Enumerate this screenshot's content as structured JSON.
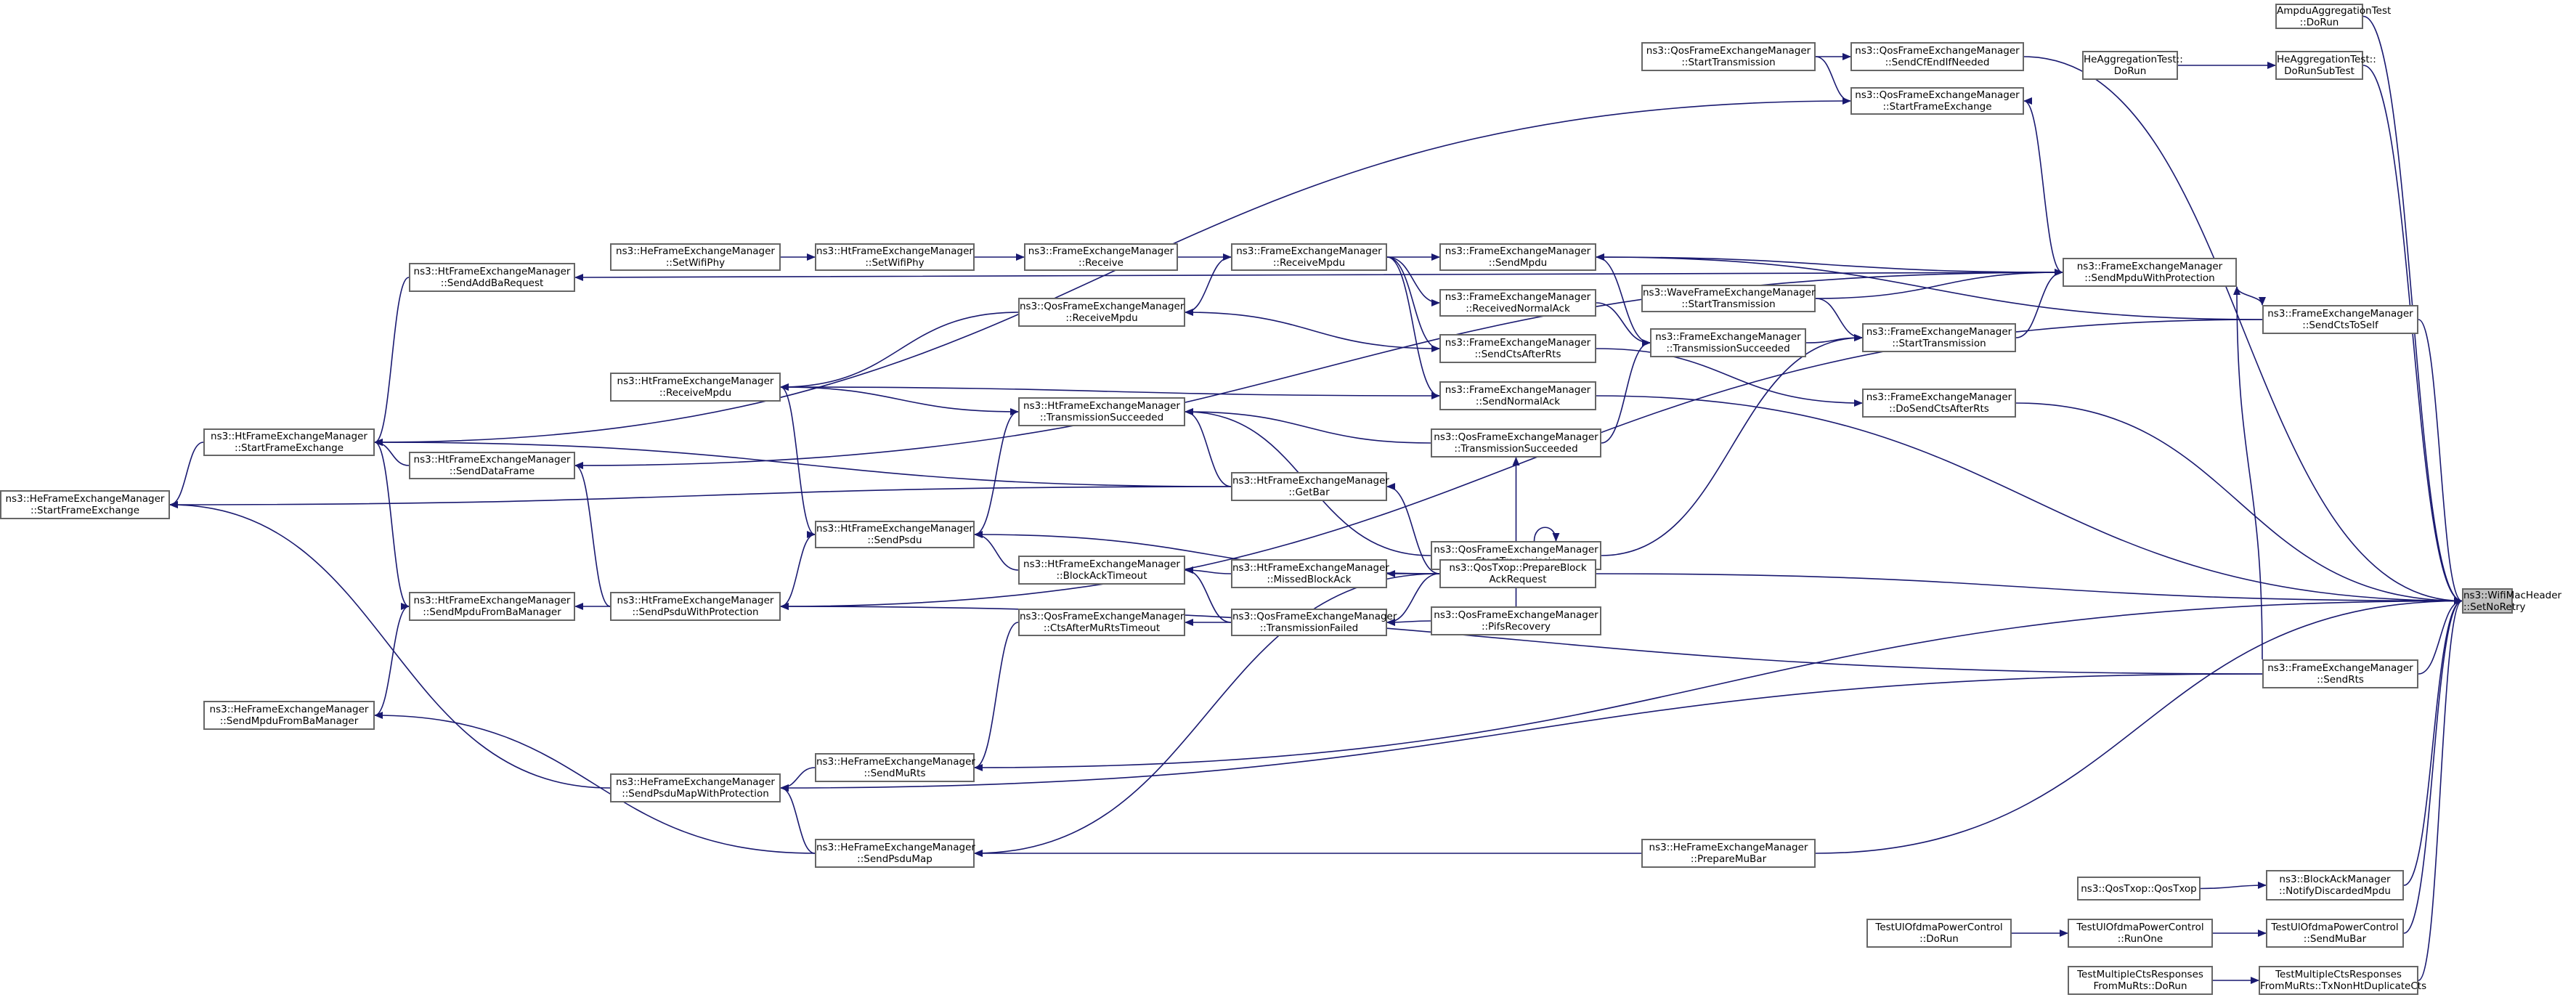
{
  "graph": {
    "root_id": "root",
    "colors": {
      "edge": "#191970",
      "node_border": "#666666",
      "node_bg": "#ffffff",
      "root_bg": "#bfbfbf"
    },
    "nodes": {
      "root": {
        "lines": [
          "ns3::WifiMacHeader",
          "::SetNoRetry"
        ]
      },
      "ampdu_dorun": {
        "lines": [
          "AmpduAggregationTest",
          "::DoRun"
        ]
      },
      "heagg_dorun": {
        "lines": [
          "HeAggregationTest::",
          "DoRun"
        ]
      },
      "heagg_dorunsub": {
        "lines": [
          "HeAggregationTest::",
          "DoRunSubTest"
        ]
      },
      "qos_start_tr_top": {
        "lines": [
          "ns3::QosFrameExchangeManager",
          "::StartTransmission"
        ]
      },
      "qos_sendcfend": {
        "lines": [
          "ns3::QosFrameExchangeManager",
          "::SendCfEndIfNeeded"
        ]
      },
      "qos_startfe": {
        "lines": [
          "ns3::QosFrameExchangeManager",
          "::StartFrameExchange"
        ]
      },
      "he_setwifiphy": {
        "lines": [
          "ns3::HeFrameExchangeManager",
          "::SetWifiPhy"
        ]
      },
      "ht_setwifiphy": {
        "lines": [
          "ns3::HtFrameExchangeManager",
          "::SetWifiPhy"
        ]
      },
      "fe_receive": {
        "lines": [
          "ns3::FrameExchangeManager",
          "::Receive"
        ]
      },
      "fe_receivempdu": {
        "lines": [
          "ns3::FrameExchangeManager",
          "::ReceiveMpdu"
        ]
      },
      "fe_sendmpdu": {
        "lines": [
          "ns3::FrameExchangeManager",
          "::SendMpdu"
        ]
      },
      "fe_sendmpduwp": {
        "lines": [
          "ns3::FrameExchangeManager",
          "::SendMpduWithProtection"
        ]
      },
      "ht_sendaddba": {
        "lines": [
          "ns3::HtFrameExchangeManager",
          "::SendAddBaRequest"
        ]
      },
      "qos_receivempdu": {
        "lines": [
          "ns3::QosFrameExchangeManager",
          "::ReceiveMpdu"
        ]
      },
      "fe_recvnormalack": {
        "lines": [
          "ns3::FrameExchangeManager",
          "::ReceivedNormalAck"
        ]
      },
      "wave_starttr": {
        "lines": [
          "ns3::WaveFrameExchangeManager",
          "::StartTransmission"
        ]
      },
      "fe_sendctsafterrts": {
        "lines": [
          "ns3::FrameExchangeManager",
          "::SendCtsAfterRts"
        ]
      },
      "fe_trsucceeded": {
        "lines": [
          "ns3::FrameExchangeManager",
          "::TransmissionSucceeded"
        ]
      },
      "fe_starttr": {
        "lines": [
          "ns3::FrameExchangeManager",
          "::StartTransmission"
        ]
      },
      "fe_sendctstoself": {
        "lines": [
          "ns3::FrameExchangeManager",
          "::SendCtsToSelf"
        ]
      },
      "ht_receivempdu": {
        "lines": [
          "ns3::HtFrameExchangeManager",
          "::ReceiveMpdu"
        ]
      },
      "fe_sendnormalack": {
        "lines": [
          "ns3::FrameExchangeManager",
          "::SendNormalAck"
        ]
      },
      "fe_dosendcts": {
        "lines": [
          "ns3::FrameExchangeManager",
          "::DoSendCtsAfterRts"
        ]
      },
      "ht_startfe": {
        "lines": [
          "ns3::HtFrameExchangeManager",
          "::StartFrameExchange"
        ]
      },
      "ht_trsucceeded": {
        "lines": [
          "ns3::HtFrameExchangeManager",
          "::TransmissionSucceeded"
        ]
      },
      "qos_trsucceeded": {
        "lines": [
          "ns3::QosFrameExchangeManager",
          "::TransmissionSucceeded"
        ]
      },
      "ht_senddataframe": {
        "lines": [
          "ns3::HtFrameExchangeManager",
          "::SendDataFrame"
        ]
      },
      "he_startfe": {
        "lines": [
          "ns3::HeFrameExchangeManager",
          "::StartFrameExchange"
        ]
      },
      "ht_getbar": {
        "lines": [
          "ns3::HtFrameExchangeManager",
          "::GetBar"
        ]
      },
      "ht_sendpsdu": {
        "lines": [
          "ns3::HtFrameExchangeManager",
          "::SendPsdu"
        ]
      },
      "qos_starttr_mid": {
        "lines": [
          "ns3::QosFrameExchangeManager",
          "::StartTransmission"
        ]
      },
      "ht_blockacktimeout": {
        "lines": [
          "ns3::HtFrameExchangeManager",
          "::BlockAckTimeout"
        ]
      },
      "ht_missedblockack": {
        "lines": [
          "ns3::HtFrameExchangeManager",
          "::MissedBlockAck"
        ]
      },
      "qostxop_preparebar": {
        "lines": [
          "ns3::QosTxop::PrepareBlock",
          "AckRequest"
        ]
      },
      "ht_sendmpdufromba": {
        "lines": [
          "ns3::HtFrameExchangeManager",
          "::SendMpduFromBaManager"
        ]
      },
      "ht_sendpsduwp": {
        "lines": [
          "ns3::HtFrameExchangeManager",
          "::SendPsduWithProtection"
        ]
      },
      "qos_ctsaftermurts": {
        "lines": [
          "ns3::QosFrameExchangeManager",
          "::CtsAfterMuRtsTimeout"
        ]
      },
      "qos_trfailed": {
        "lines": [
          "ns3::QosFrameExchangeManager",
          "::TransmissionFailed"
        ]
      },
      "qos_pifsrecovery": {
        "lines": [
          "ns3::QosFrameExchangeManager",
          "::PifsRecovery"
        ]
      },
      "fe_sendrts": {
        "lines": [
          "ns3::FrameExchangeManager",
          "::SendRts"
        ]
      },
      "he_sendmpdufromba": {
        "lines": [
          "ns3::HeFrameExchangeManager",
          "::SendMpduFromBaManager"
        ]
      },
      "he_sendmurts": {
        "lines": [
          "ns3::HeFrameExchangeManager",
          "::SendMuRts"
        ]
      },
      "he_sendpsdumapwp": {
        "lines": [
          "ns3::HeFrameExchangeManager",
          "::SendPsduMapWithProtection"
        ]
      },
      "he_sendpsdumap": {
        "lines": [
          "ns3::HeFrameExchangeManager",
          "::SendPsduMap"
        ]
      },
      "he_preparemubar": {
        "lines": [
          "ns3::HeFrameExchangeManager",
          "::PrepareMuBar"
        ]
      },
      "qostxop_qostxop": {
        "lines": [
          "ns3::QosTxop::QosTxop"
        ]
      },
      "bam_notifydiscarded": {
        "lines": [
          "ns3::BlockAckManager",
          "::NotifyDiscardedMpdu"
        ]
      },
      "tulofdma_dorun": {
        "lines": [
          "TestUlOfdmaPowerControl",
          "::DoRun"
        ]
      },
      "tulofdma_runone": {
        "lines": [
          "TestUlOfdmaPowerControl",
          "::RunOne"
        ]
      },
      "tulofdma_sendmubar": {
        "lines": [
          "TestUlOfdmaPowerControl",
          "::SendMuBar"
        ]
      },
      "tmcts_dorun": {
        "lines": [
          "TestMultipleCtsResponses",
          "FromMuRts::DoRun"
        ]
      },
      "tmcts_txnonht": {
        "lines": [
          "TestMultipleCtsResponses",
          "FromMuRts::TxNonHtDuplicateCts"
        ]
      }
    },
    "edges": [
      [
        "ampdu_dorun",
        "root"
      ],
      [
        "heagg_dorunsub",
        "root"
      ],
      [
        "heagg_dorun",
        "heagg_dorunsub"
      ],
      [
        "qos_sendcfend",
        "root"
      ],
      [
        "qos_start_tr_top",
        "qos_sendcfend"
      ],
      [
        "qos_start_tr_top",
        "qos_startfe"
      ],
      [
        "qos_startfe",
        "ht_startfe"
      ],
      [
        "fe_sendmpduwp",
        "qos_startfe"
      ],
      [
        "he_setwifiphy",
        "ht_setwifiphy"
      ],
      [
        "ht_setwifiphy",
        "fe_receive"
      ],
      [
        "fe_receive",
        "fe_receivempdu"
      ],
      [
        "fe_receivempdu",
        "fe_sendmpdu"
      ],
      [
        "fe_receivempdu",
        "qos_receivempdu"
      ],
      [
        "fe_receivempdu",
        "fe_recvnormalack"
      ],
      [
        "fe_receivempdu",
        "fe_sendctsafterrts"
      ],
      [
        "fe_receivempdu",
        "fe_sendnormalack"
      ],
      [
        "fe_sendmpduwp",
        "fe_sendmpdu"
      ],
      [
        "fe_sendctstoself",
        "fe_sendmpdu"
      ],
      [
        "fe_recvnormalack",
        "fe_trsucceeded"
      ],
      [
        "fe_sendmpdu",
        "fe_trsucceeded"
      ],
      [
        "qos_trsucceeded",
        "fe_trsucceeded"
      ],
      [
        "fe_trsucceeded",
        "fe_starttr"
      ],
      [
        "wave_starttr",
        "fe_starttr"
      ],
      [
        "fe_starttr",
        "fe_sendmpduwp"
      ],
      [
        "qos_starttr_mid",
        "fe_starttr"
      ],
      [
        "wave_starttr",
        "fe_sendmpduwp"
      ],
      [
        "fe_sendmpduwp",
        "fe_sendctstoself"
      ],
      [
        "fe_sendrts",
        "fe_sendmpduwp"
      ],
      [
        "fe_sendctstoself",
        "root"
      ],
      [
        "fe_sendmpduwp",
        "ht_sendaddba"
      ],
      [
        "ht_sendaddba",
        "ht_startfe"
      ],
      [
        "ht_startfe",
        "he_startfe"
      ],
      [
        "qos_receivempdu",
        "ht_receivempdu"
      ],
      [
        "fe_sendctsafterrts",
        "qos_receivempdu"
      ],
      [
        "fe_sendnormalack",
        "ht_receivempdu"
      ],
      [
        "fe_sendnormalack",
        "root"
      ],
      [
        "fe_sendctsafterrts",
        "fe_dosendcts"
      ],
      [
        "fe_dosendcts",
        "root"
      ],
      [
        "ht_trsucceeded",
        "ht_receivempdu"
      ],
      [
        "qos_trsucceeded",
        "ht_trsucceeded"
      ],
      [
        "ht_getbar",
        "ht_startfe"
      ],
      [
        "ht_getbar",
        "he_startfe"
      ],
      [
        "ht_getbar",
        "ht_trsucceeded"
      ],
      [
        "qostxop_preparebar",
        "ht_getbar"
      ],
      [
        "ht_sendpsdu",
        "ht_trsucceeded"
      ],
      [
        "ht_receivempdu",
        "ht_sendpsdu"
      ],
      [
        "ht_sendpsdu",
        "ht_sendpsduwp"
      ],
      [
        "ht_senddataframe",
        "ht_startfe"
      ],
      [
        "ht_sendpsduwp",
        "ht_senddataframe"
      ],
      [
        "fe_sendmpduwp",
        "ht_senddataframe"
      ],
      [
        "qos_starttr_mid",
        "qos_trsucceeded"
      ],
      [
        "qos_starttr_mid",
        "ht_trsucceeded"
      ],
      [
        "qos_starttr_mid",
        "qos_starttr_mid"
      ],
      [
        "qostxop_preparebar",
        "qos_starttr_mid"
      ],
      [
        "qos_pifsrecovery",
        "qos_starttr_mid"
      ],
      [
        "qostxop_preparebar",
        "root"
      ],
      [
        "qostxop_preparebar",
        "ht_sendpsdu"
      ],
      [
        "ht_missedblockack",
        "ht_blockacktimeout"
      ],
      [
        "qostxop_preparebar",
        "ht_missedblockack"
      ],
      [
        "ht_blockacktimeout",
        "ht_sendpsdu"
      ],
      [
        "qos_trfailed",
        "ht_blockacktimeout"
      ],
      [
        "qos_trfailed",
        "qos_ctsaftermurts"
      ],
      [
        "qostxop_preparebar",
        "qos_trfailed"
      ],
      [
        "qos_pifsrecovery",
        "qos_trfailed"
      ],
      [
        "qostxop_preparebar",
        "he_sendpsdumap"
      ],
      [
        "ht_sendmpdufromba",
        "ht_startfe"
      ],
      [
        "ht_sendpsduwp",
        "ht_sendmpdufromba"
      ],
      [
        "he_sendmpdufromba",
        "ht_sendmpdufromba"
      ],
      [
        "fe_sendctstoself",
        "ht_sendpsduwp"
      ],
      [
        "fe_sendrts",
        "ht_sendpsduwp"
      ],
      [
        "fe_sendrts",
        "root"
      ],
      [
        "fe_sendrts",
        "he_sendpsdumapwp"
      ],
      [
        "he_sendpsdumapwp",
        "he_startfe"
      ],
      [
        "he_sendmurts",
        "he_sendpsdumapwp"
      ],
      [
        "he_sendmurts",
        "root"
      ],
      [
        "qos_ctsaftermurts",
        "he_sendmurts"
      ],
      [
        "he_sendpsdumap",
        "he_sendmpdufromba"
      ],
      [
        "he_sendpsdumap",
        "he_sendpsdumapwp"
      ],
      [
        "he_preparemubar",
        "he_sendpsdumap"
      ],
      [
        "he_preparemubar",
        "root"
      ],
      [
        "qostxop_qostxop",
        "bam_notifydiscarded"
      ],
      [
        "bam_notifydiscarded",
        "root"
      ],
      [
        "tulofdma_dorun",
        "tulofdma_runone"
      ],
      [
        "tulofdma_runone",
        "tulofdma_sendmubar"
      ],
      [
        "tulofdma_sendmubar",
        "root"
      ],
      [
        "tmcts_dorun",
        "tmcts_txnonht"
      ],
      [
        "tmcts_txnonht",
        "root"
      ]
    ]
  }
}
